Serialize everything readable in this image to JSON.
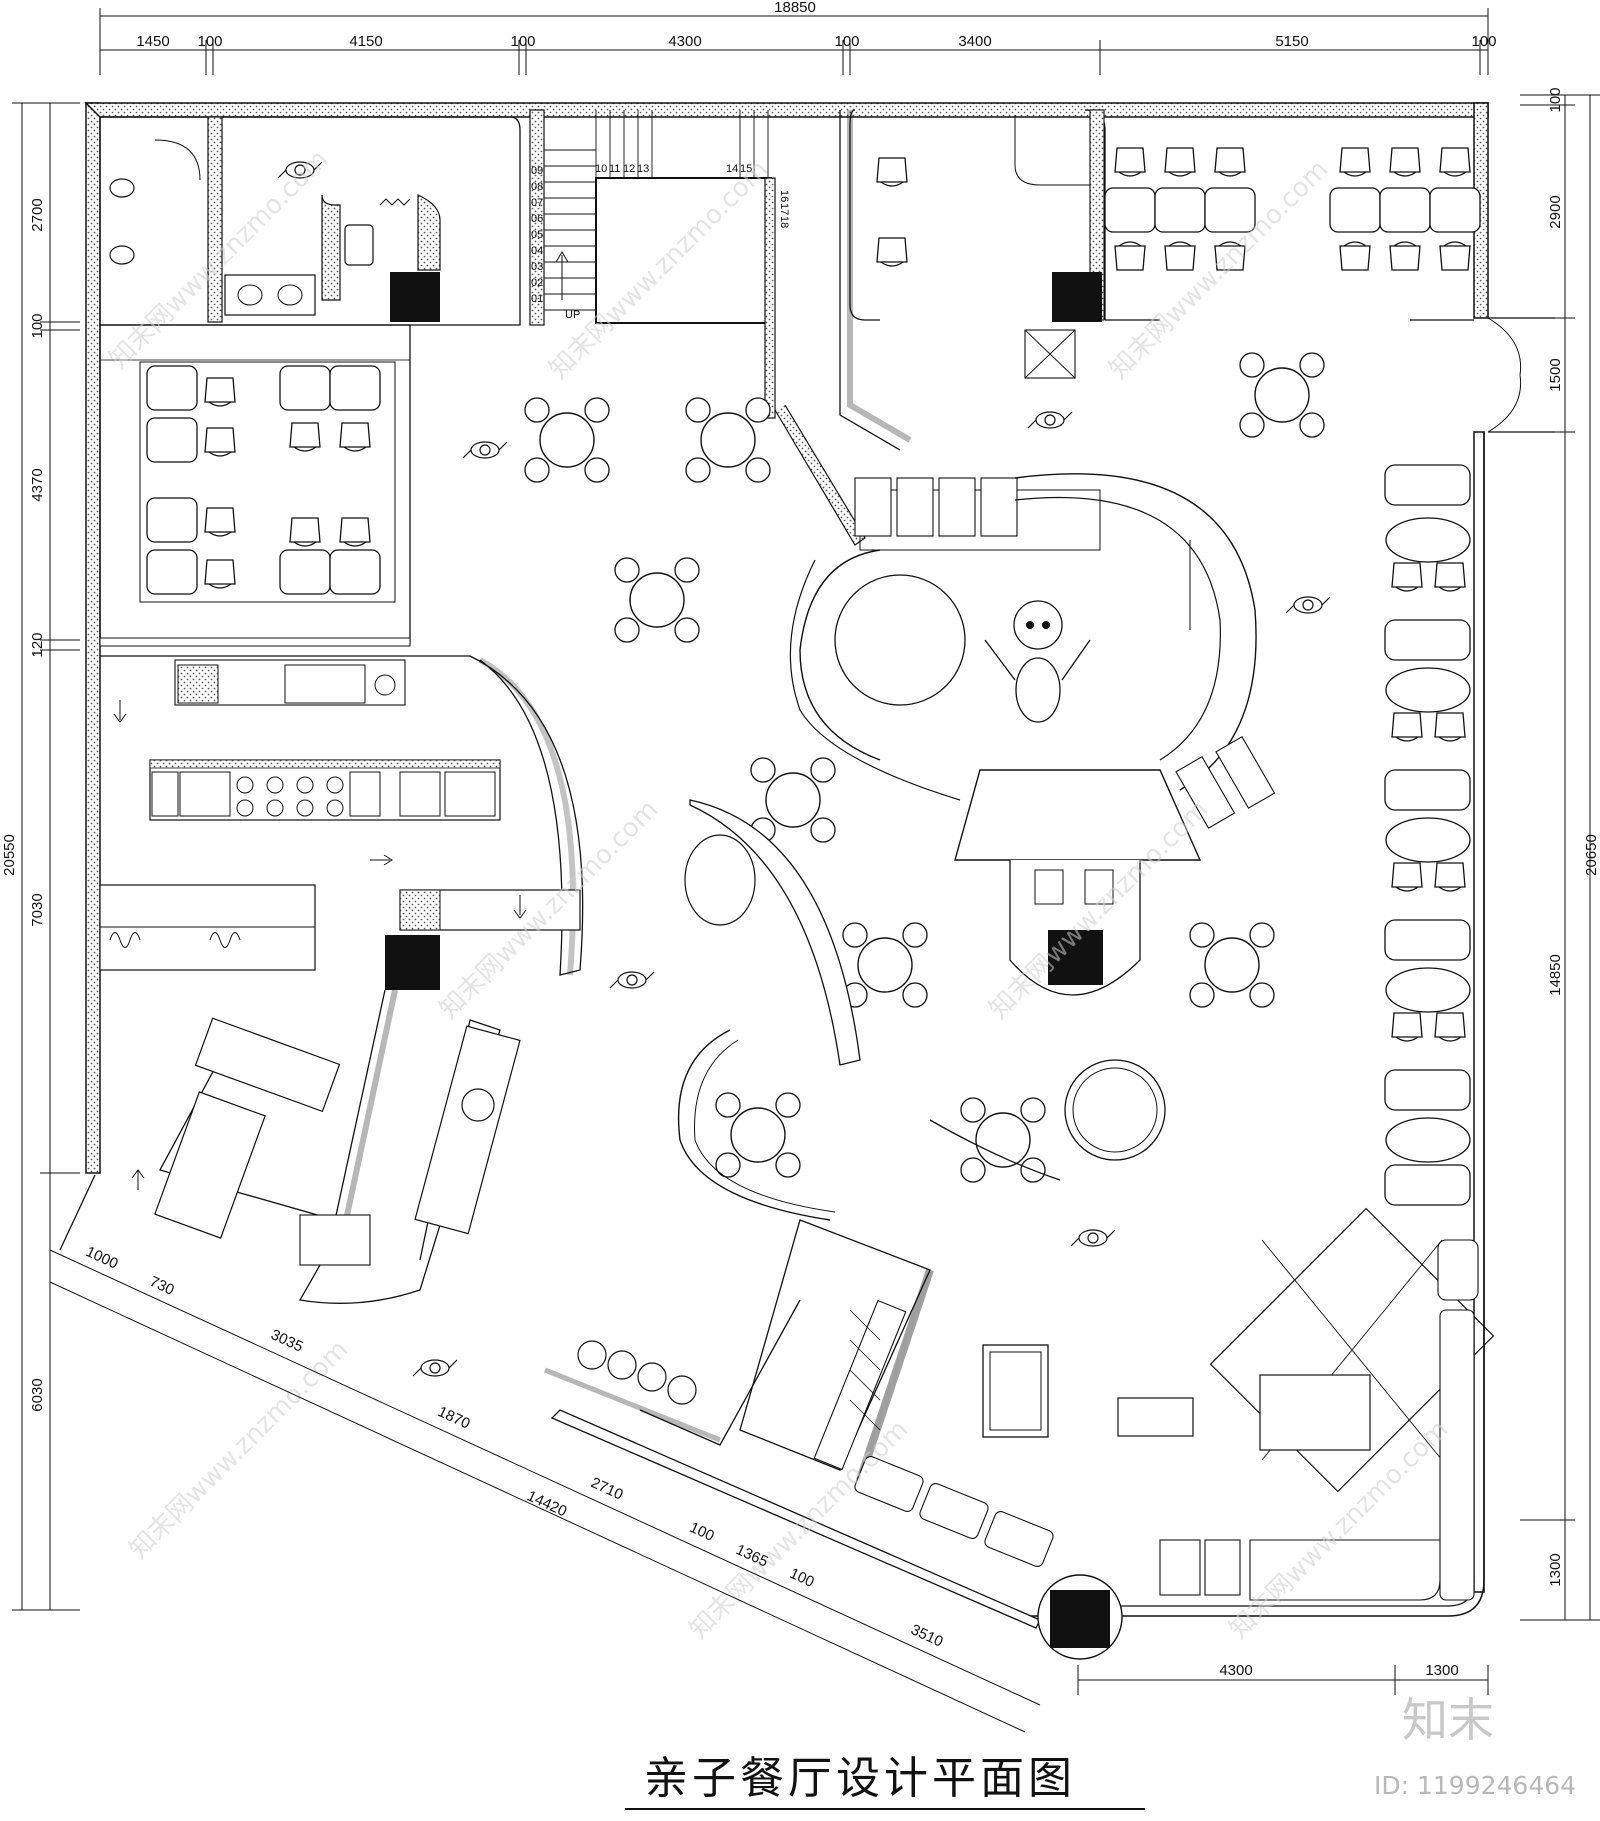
{
  "title": "亲子餐厅设计平面图",
  "brand_mark": "知末",
  "image_id": "ID: 1199246464",
  "watermark": "知末网www.znzmo.com",
  "stair_label": "UP",
  "stair_steps": [
    "01",
    "02",
    "03",
    "04",
    "05",
    "06",
    "07",
    "08",
    "09",
    "10",
    "11",
    "12",
    "13",
    "14",
    "15",
    "16",
    "17",
    "18"
  ],
  "dimensions": {
    "top_total": "18850",
    "top_segments": [
      "1450",
      "100",
      "4150",
      "100",
      "4300",
      "100",
      "3400",
      "5150",
      "100"
    ],
    "left_total": "20550",
    "left_segments": [
      "2700",
      "100",
      "4370",
      "120",
      "7030",
      "6030"
    ],
    "right_total": "20650",
    "right_segments": [
      "100",
      "2900",
      "1500",
      "14850",
      "1300"
    ],
    "bottom_segments": [
      "4300",
      "1300"
    ],
    "diagonal_total": "14420",
    "diagonal_segments": [
      "1000",
      "730",
      "3035",
      "1870",
      "2710",
      "100",
      "1365",
      "100",
      "3510"
    ]
  }
}
